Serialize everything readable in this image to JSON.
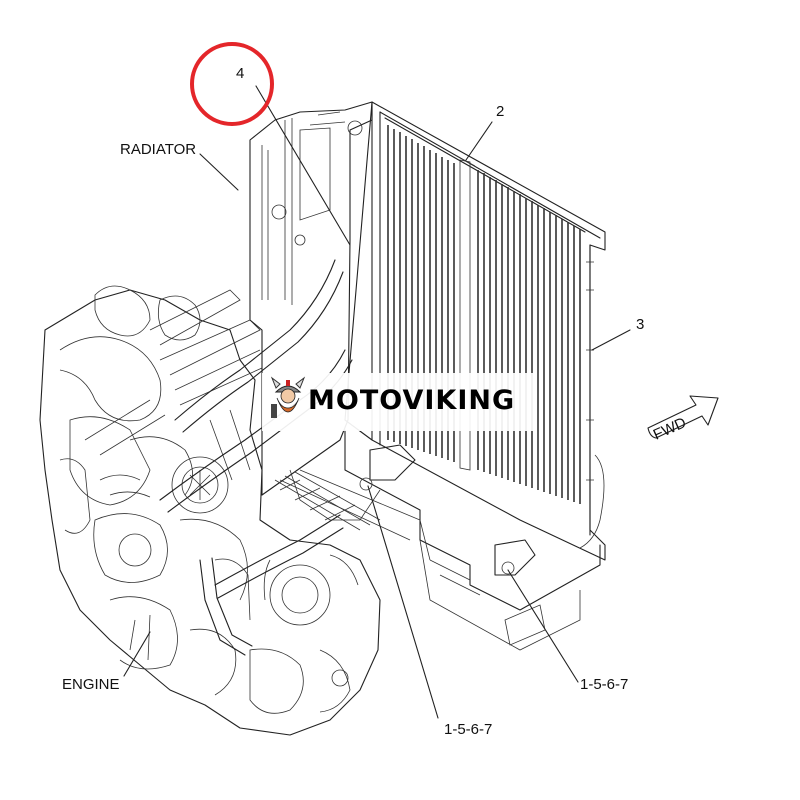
{
  "callouts": {
    "radiator": "RADIATOR",
    "engine": "ENGINE",
    "part_2": "2",
    "part_3": "3",
    "part_4": "4",
    "part_1567_right": "1-5-6-7",
    "part_1567_bottom": "1-5-6-7",
    "direction": "FWD"
  },
  "watermark": {
    "text": "MOTOVIKING"
  },
  "colors": {
    "highlight_circle": "#e4262a",
    "line": "#222222",
    "mascot_beard": "#d46a2a"
  }
}
